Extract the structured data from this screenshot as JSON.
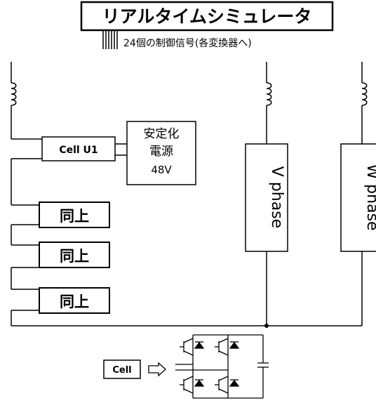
{
  "title": "リアルタイムシミュレータ",
  "control_signals": "24個の制御信号(各変換器へ)",
  "cell_u1": "Cell U1",
  "power_supply": {
    "line1": "安定化",
    "line2": "電源",
    "line3": "48V"
  },
  "same_as_above": "同上",
  "v_phase": "V phase",
  "w_phase": "W phase",
  "cell_label": "Cell"
}
